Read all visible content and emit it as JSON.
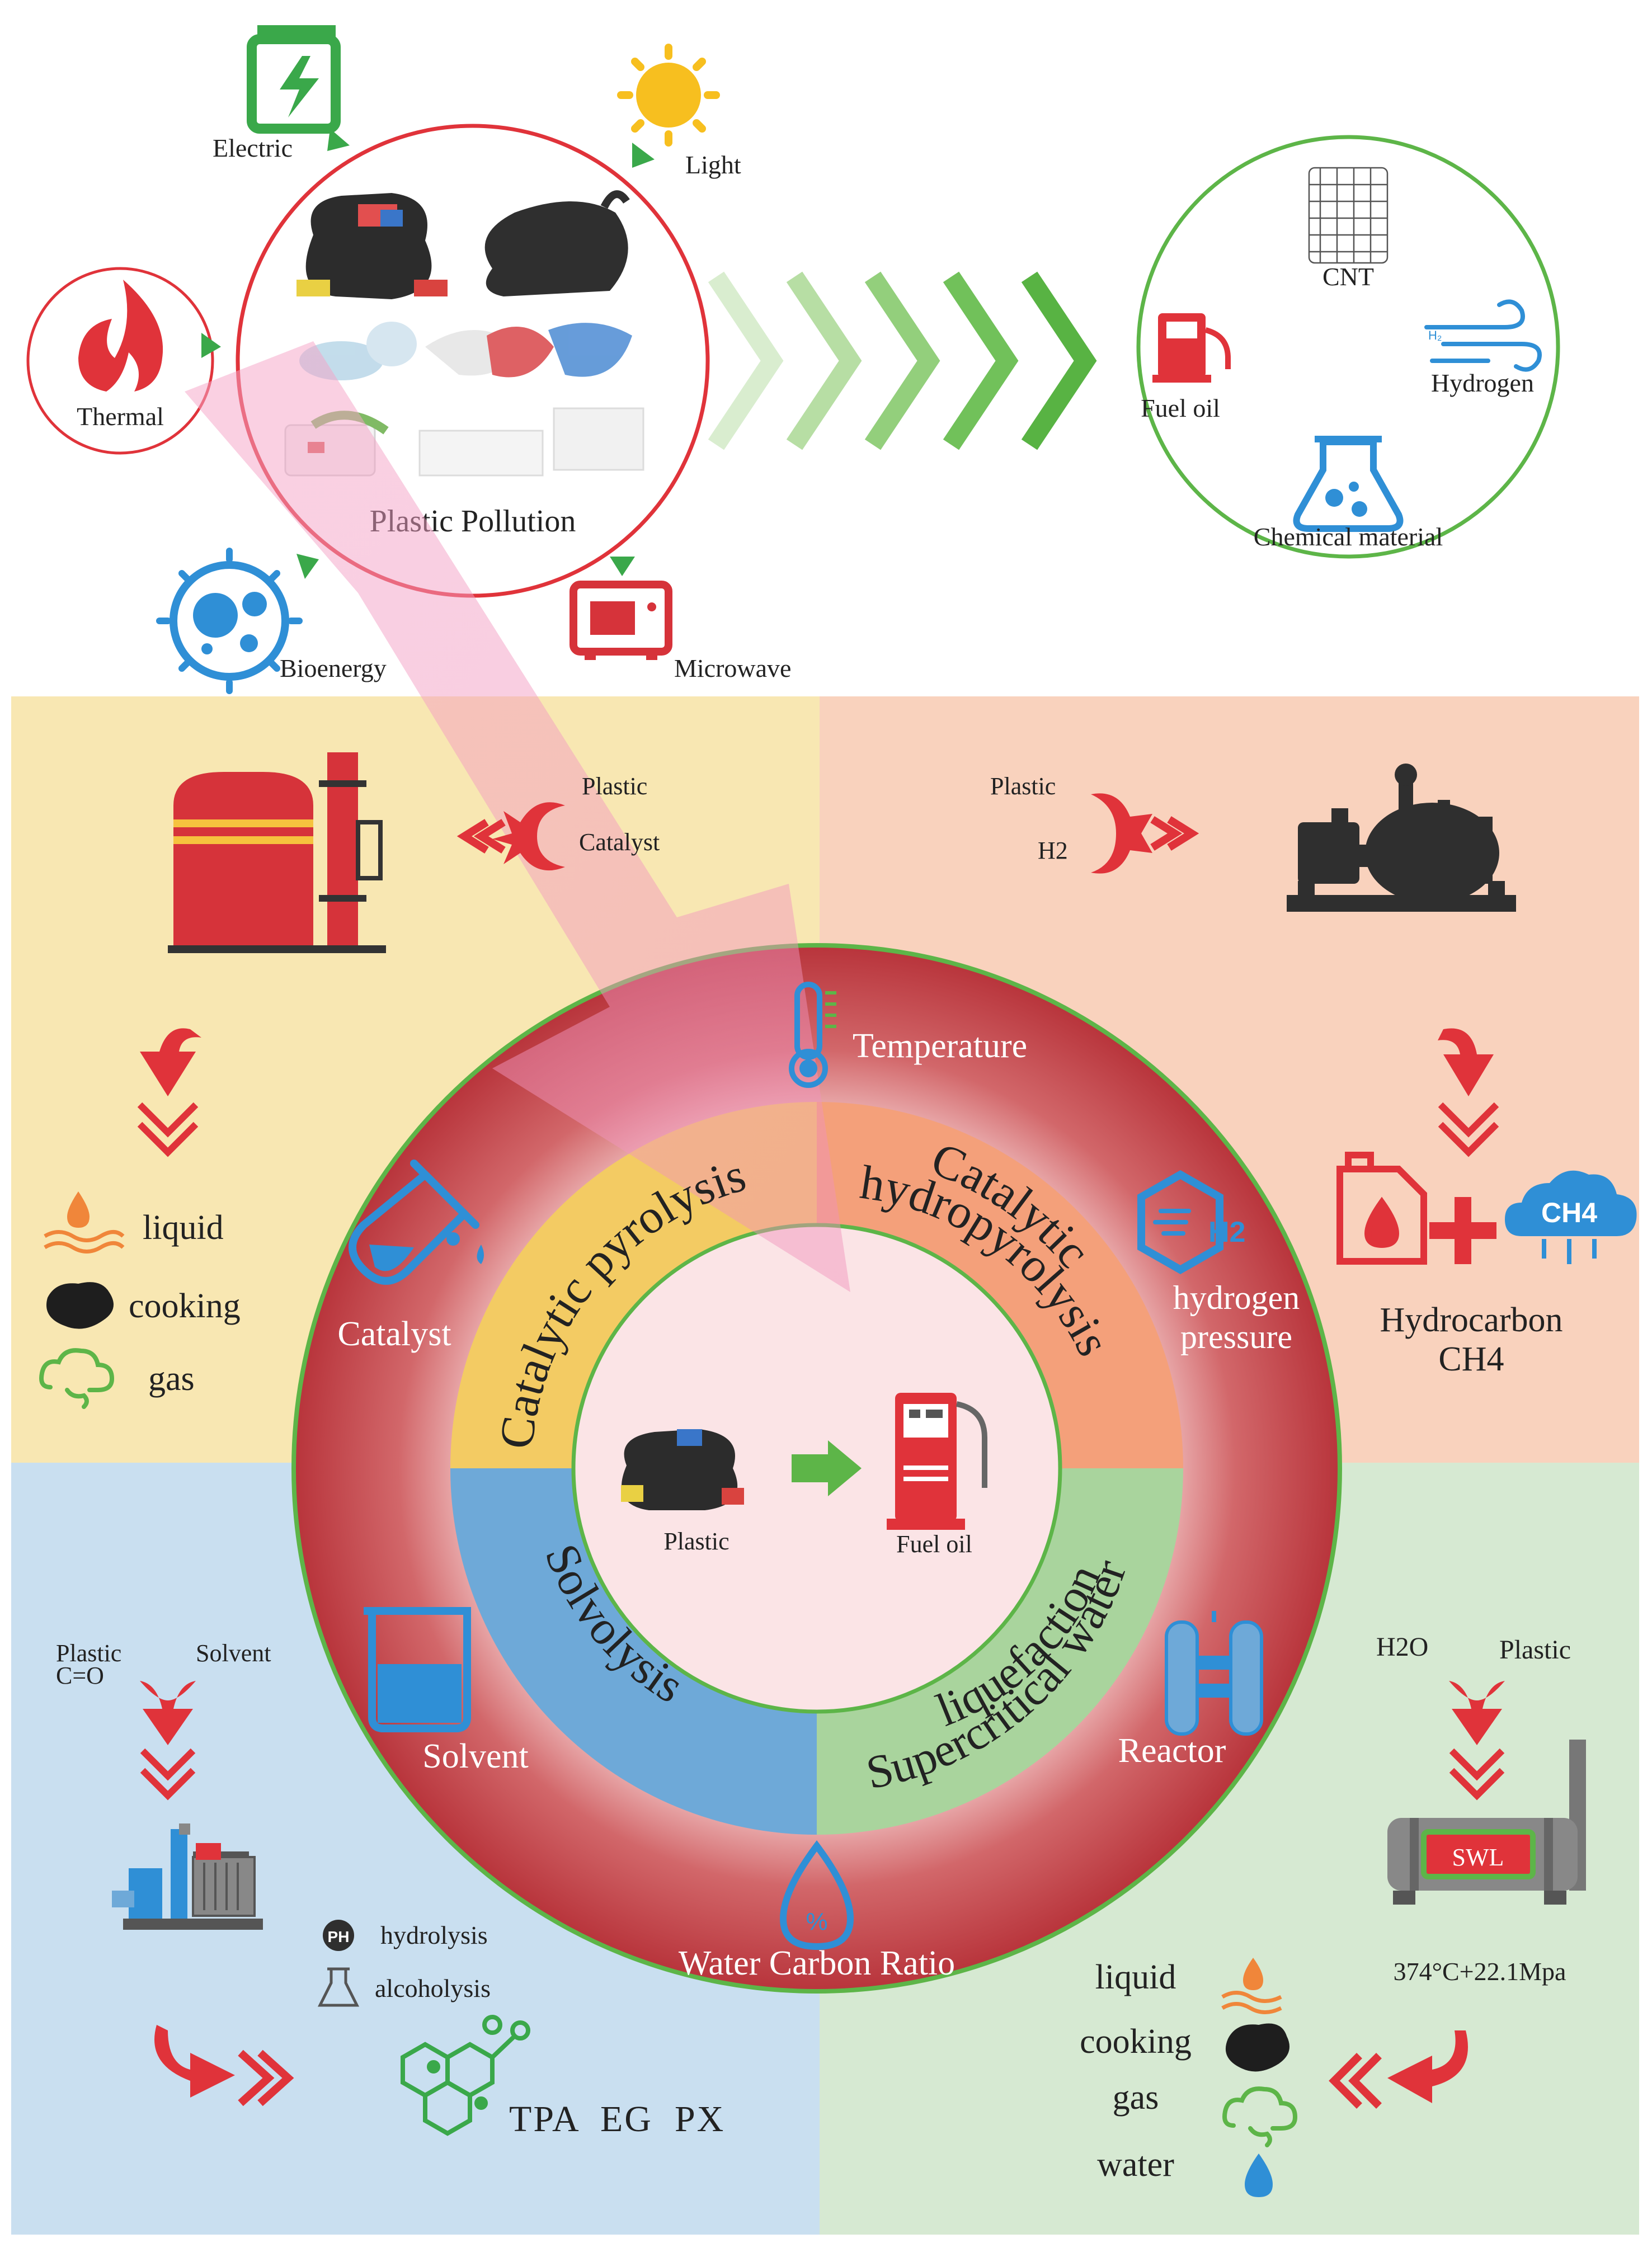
{
  "top": {
    "electric_label": "Electric",
    "light_label": "Light",
    "thermal_label": "Thermal",
    "pollution_label": "Plastic Pollution",
    "bioenergy_label": "Bioenergy",
    "microwave_label": "Microwave",
    "products": {
      "cnt": "CNT",
      "fuel_oil": "Fuel oil",
      "hydrogen": "Hydrogen",
      "chemical": "Chemical material"
    }
  },
  "quadrants": {
    "pyrolysis": {
      "input1": "Plastic",
      "input2": "Catalyst",
      "outputs": [
        "liquid",
        "cooking",
        "gas"
      ]
    },
    "hydropyrolysis": {
      "input1": "Plastic",
      "input2": "H2",
      "output1": "Hydrocarbon",
      "output2": "CH4",
      "cloud_label": "CH4"
    },
    "solvolysis": {
      "input1": "Plastic",
      "input1b": "C=O",
      "input2": "Solvent",
      "ph_badge": "PH",
      "methods": [
        "hydrolysis",
        "alcoholysis"
      ],
      "products": "TPA  EG  PX"
    },
    "swl": {
      "input1": "H2O",
      "input2": "Plastic",
      "badge": "SWL",
      "conditions": "374°C+22.1Mpa",
      "outputs": [
        "liquid",
        "cooking",
        "gas",
        "water"
      ]
    }
  },
  "ring": {
    "temperature": "Temperature",
    "catalyst": "Catalyst",
    "hydrogen_pressure_1": "hydrogen",
    "hydrogen_pressure_2": "pressure",
    "h2_badge": "H2",
    "solvent": "Solvent",
    "reactor": "Reactor",
    "water_ratio": "Water Carbon Ratio",
    "percent": "%",
    "segments": {
      "catalytic_pyrolysis": "Catalytic pyrolysis",
      "catalytic_hydro_1": "Catalytic",
      "catalytic_hydro_2": "hydropyrolysis",
      "solvolysis": "Solvolysis",
      "swl_1": "Supercritical water",
      "swl_2": "liquefaction"
    },
    "center": {
      "plastic": "Plastic",
      "fuel_oil": "Fuel oil"
    }
  },
  "colors": {
    "yellow_quad": "#f8e7b2",
    "salmon_quad": "#f9d2bd",
    "blue_quad": "#c9dff0",
    "green_quad": "#d6e9d2",
    "red_ring": "#c9464c",
    "green_accent": "#5db548",
    "red_accent": "#e0333a",
    "blue_accent": "#2f8fd6"
  }
}
